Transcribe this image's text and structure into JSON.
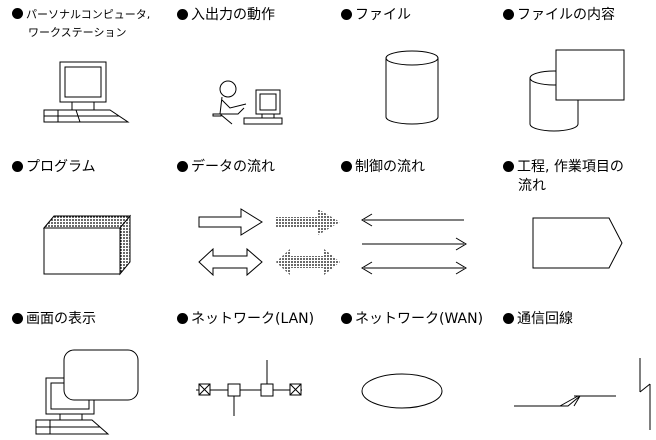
{
  "symbols": [
    {
      "label": "パーソナルコンピュータ,",
      "label2": "ワークステーション",
      "icon": "personal-computer"
    },
    {
      "label": "入出力の動作",
      "icon": "input-output-operation"
    },
    {
      "label": "ファイル",
      "icon": "file-cylinder"
    },
    {
      "label": "ファイルの内容",
      "icon": "file-contents"
    },
    {
      "label": "プログラム",
      "icon": "program-box"
    },
    {
      "label": "データの流れ",
      "icon": "data-flow-arrows"
    },
    {
      "label": "制御の流れ",
      "icon": "control-flow-arrows"
    },
    {
      "label": "工程, 作業項目の",
      "label2": "流れ",
      "icon": "process-flow"
    },
    {
      "label": "画面の表示",
      "icon": "screen-display"
    },
    {
      "label": "ネットワーク(LAN)",
      "icon": "lan-network"
    },
    {
      "label": "ネットワーク(WAN)",
      "icon": "wan-network"
    },
    {
      "label": "通信回線",
      "icon": "communication-line"
    }
  ]
}
